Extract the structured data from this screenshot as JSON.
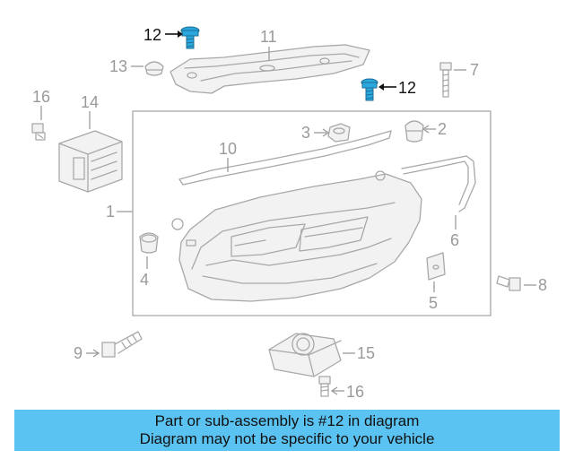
{
  "diagram": {
    "callouts": {
      "c1": "1",
      "c2": "2",
      "c3": "3",
      "c4": "4",
      "c5": "5",
      "c6": "6",
      "c7": "7",
      "c8": "8",
      "c9": "9",
      "c10": "10",
      "c11": "11",
      "c12a": "12",
      "c12b": "12",
      "c13": "13",
      "c14": "14",
      "c15": "15",
      "c16a": "16",
      "c16b": "16"
    },
    "highlighted_part": "12",
    "colors": {
      "highlight_part": "#2aa7de",
      "line_art": "#a8a8a8",
      "banner_bg": "#5bc3f2"
    }
  },
  "banner": {
    "line1": "Part or sub-assembly is #12 in diagram",
    "line2": "Diagram may not be specific to your vehicle"
  }
}
